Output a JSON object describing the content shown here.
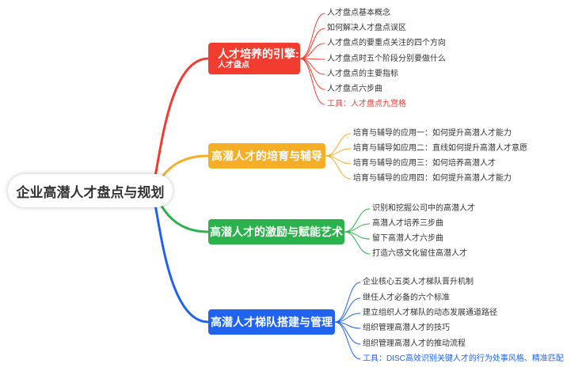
{
  "root": {
    "label": "企业高潜人才盘点与规划"
  },
  "branches": [
    {
      "title": "人才培养的引擎:",
      "subtitle": "人才盘点",
      "color": "#f23c2f",
      "items": [
        "人才盘点基本概念",
        "如何解决人才盘点误区",
        "人才盘点的要重点关注的四个方向",
        "人才盘点时五个阶段分别要做什么",
        "人才盘点的主要指标",
        "人才盘点六步曲",
        "工具：人才盘点九宫格"
      ]
    },
    {
      "title": "高潜人才的培育与辅导",
      "color": "#f5ae25",
      "items": [
        "培育与辅导的应用一：如何提升高潜人才能力",
        "培育与辅导如应用二：直线如何提升高潜人才意愿",
        "培育与辅导的应用三：如何培养高潜人才",
        "培育与辅导的应用四：如何提升高潜人才能力"
      ]
    },
    {
      "title": "高潜人才的激励与赋能艺术",
      "color": "#2bb24c",
      "items": [
        "识别和挖掘公司中的高潜人才",
        "高潜人才培养三步曲",
        "留下高潜人才六步曲",
        "打造六感文化留住高潜人才"
      ]
    },
    {
      "title": "高潜人才梯队搭建与管理",
      "color": "#1f63f0",
      "items": [
        "企业核心五类人才梯队晋升机制",
        "继任人才必备的六个标准",
        "建立组织人才梯队的动态发展通道路径",
        "组织管理高潜人才的技巧",
        "组织管理高潜人才的推动流程",
        "工具：DISC高效识别关键人才的行为处事风格、精准匹配"
      ]
    }
  ]
}
